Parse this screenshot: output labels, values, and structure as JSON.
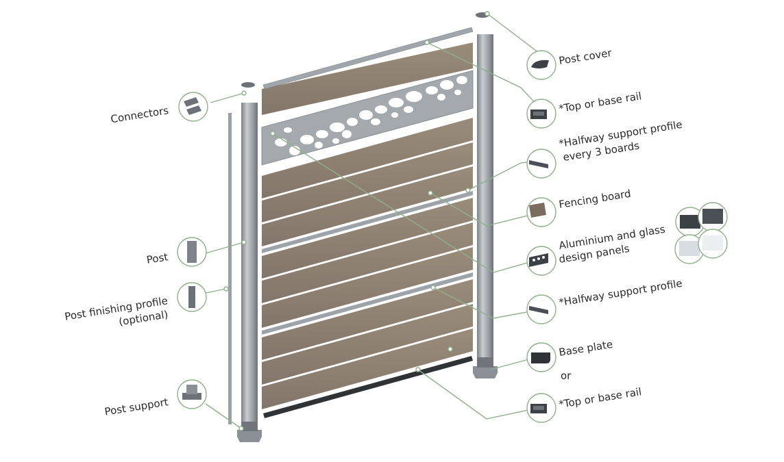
{
  "diagram": {
    "accent_color": "#8fb08a",
    "board_color": "#8d7f6e",
    "metal_color": "#a8adb2",
    "labels_left": {
      "connectors": "Connectors",
      "post": "Post",
      "post_finishing_line1": "Post finishing profile",
      "post_finishing_line2": "(optional)",
      "post_support": "Post support"
    },
    "labels_right": {
      "post_cover": "Post cover",
      "top_rail": "*Top or base rail",
      "halfway_every3_line1": "*Halfway support profile",
      "halfway_every3_line2": "every 3 boards",
      "fencing_board": "Fencing board",
      "design_panels_line1": "Aluminium and glass",
      "design_panels_line2": "design panels",
      "halfway_support": "*Halfway support profile",
      "base_plate": "Base plate",
      "or": "or",
      "base_rail": "*Top or base rail"
    },
    "icons": [
      "connectors-icon",
      "post-icon",
      "post-finishing-profile-icon",
      "post-support-icon",
      "post-cover-icon",
      "top-rail-icon",
      "halfway-profile-icon",
      "fencing-board-icon",
      "design-panel-icon",
      "base-plate-icon",
      "base-rail-icon"
    ]
  }
}
